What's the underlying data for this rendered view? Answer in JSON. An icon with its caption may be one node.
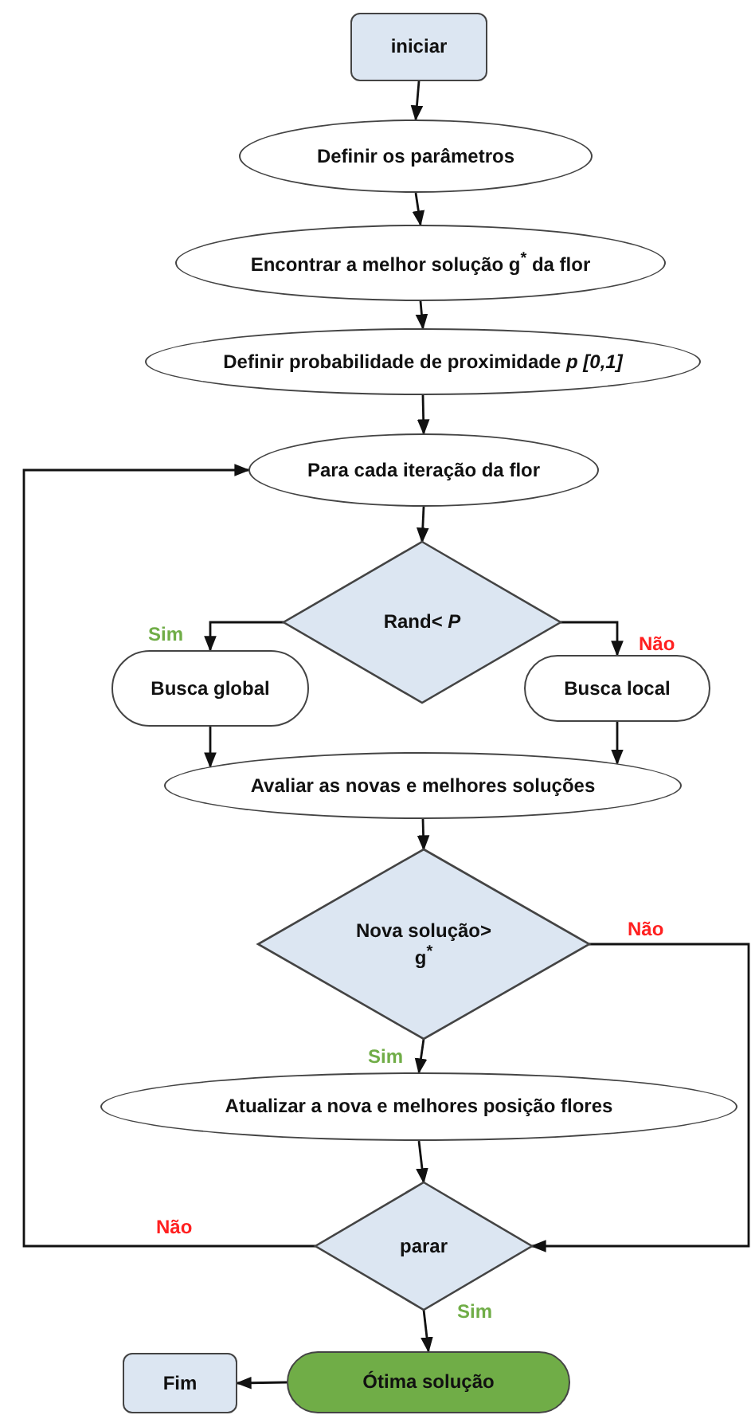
{
  "diagram": {
    "nodes": [
      {
        "text": [
          "iniciar"
        ]
      },
      {
        "text": [
          "Definir os parâmetros"
        ]
      },
      {
        "text": [
          "Encontrar a melhor solução g$^{*}$ da flor"
        ]
      },
      {
        "text": [
          "Definir probabilidade de proximidade *p [0,1]*"
        ]
      },
      {
        "text": [
          "Para cada iteração da flor"
        ]
      },
      {
        "text": [
          "Rand< *P*"
        ]
      },
      {
        "text": [
          "Busca global"
        ]
      },
      {
        "text": [
          "Busca local"
        ]
      },
      {
        "text": [
          "Avaliar as novas e melhores soluções"
        ]
      },
      {
        "text": [
          "Nova solução> g$^{*}$"
        ]
      },
      {
        "text": [
          "Atualizar a nova e melhores posição flores"
        ]
      },
      {
        "text": [
          "parar"
        ]
      },
      {
        "text": [
          "Ótima solução"
        ]
      },
      {
        "text": [
          "Fim"
        ]
      }
    ],
    "edges": [
      {
        "from": 0,
        "to": 1,
        "arrow": "to"
      },
      {
        "from": 1,
        "to": 2,
        "arrow": "to"
      },
      {
        "from": 2,
        "to": 3,
        "arrow": "to"
      },
      {
        "from": 3,
        "to": 4,
        "arrow": "to"
      },
      {
        "from": 4,
        "to": 5,
        "arrow": "to"
      },
      {
        "from": 5,
        "to": 6,
        "arrow": "to",
        "label": "Sim"
      },
      {
        "from": 5,
        "to": 7,
        "arrow": "to",
        "label": "Não"
      },
      {
        "from": 6,
        "to": 8,
        "arrow": "to"
      },
      {
        "from": 7,
        "to": 8,
        "arrow": "to"
      },
      {
        "from": 8,
        "to": 9,
        "arrow": "to"
      },
      {
        "from": 9,
        "to": 10,
        "arrow": "to",
        "label": "Sim"
      },
      {
        "from": 9,
        "to": 11,
        "arrow": "to",
        "label": "Não"
      },
      {
        "from": 10,
        "to": 11,
        "arrow": "to"
      },
      {
        "from": 11,
        "to": 4,
        "arrow": "to",
        "label": "Não"
      },
      {
        "from": 11,
        "to": 12,
        "arrow": "to",
        "label": "Sim"
      },
      {
        "from": 12,
        "to": 13,
        "arrow": "to"
      }
    ]
  }
}
